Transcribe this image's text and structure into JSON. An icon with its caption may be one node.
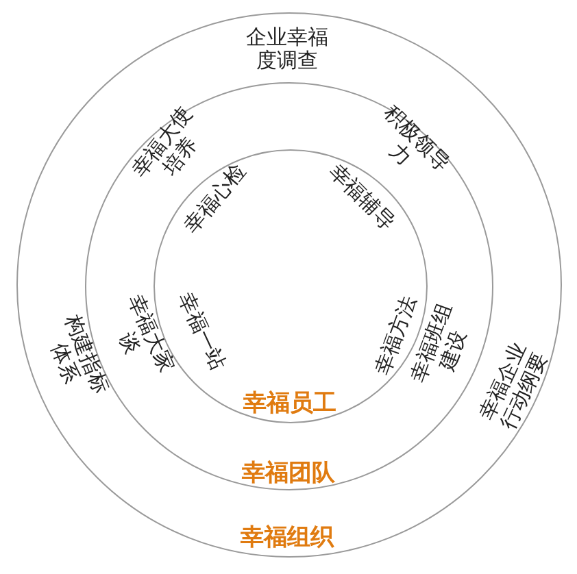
{
  "diagram": {
    "nodes": [
      {
        "text": [
          "企业幸福度调查",
          "构建指标体系",
          "幸福企业行动纲要",
          "幸福组织"
        ]
      },
      {
        "text": [
          "幸福大使培养",
          "积极领导力",
          "幸福大家谈",
          "幸福班组建设",
          "幸福团队"
        ],
        "in": 0
      },
      {
        "text": [
          "幸福心检",
          "幸福辅导",
          "幸福一站",
          "幸福方法",
          "幸福员工"
        ],
        "in": 1
      }
    ]
  }
}
